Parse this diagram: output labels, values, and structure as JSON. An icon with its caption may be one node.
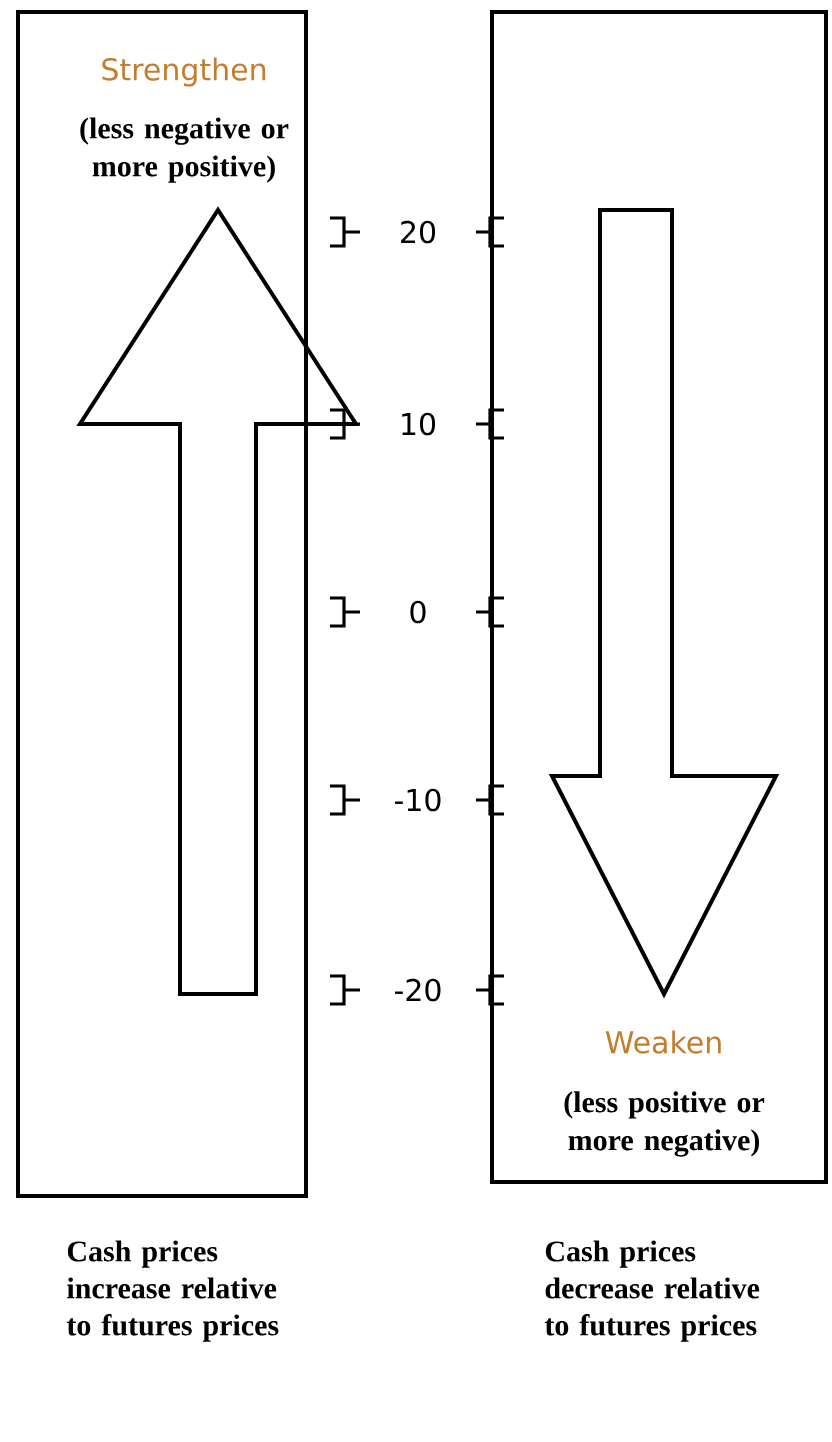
{
  "diagram": {
    "nodes": [
      {
        "text": [
          "Strengthen",
          "(less negative or more positive)"
        ],
        "beside": [
          "Cash prices increase relative to futures prices"
        ]
      },
      {
        "text": [
          "Weaken",
          "(less positive or more negative)"
        ],
        "beside": [
          "Cash prices decrease relative to futures prices"
        ]
      }
    ],
    "labels": [
      "20",
      "10",
      "0",
      "-10",
      "-20"
    ]
  }
}
